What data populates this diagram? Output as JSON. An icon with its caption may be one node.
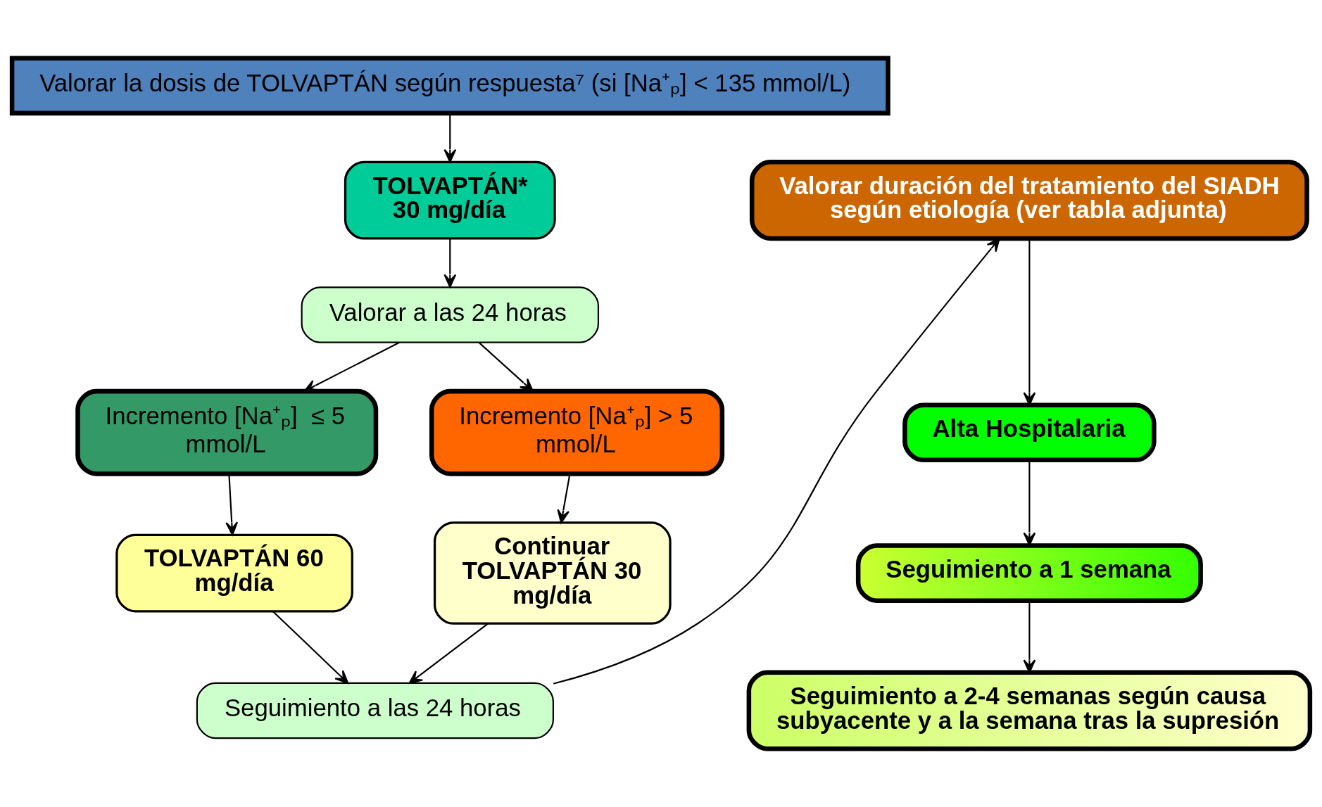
{
  "diagram": {
    "nodes": [
      {
        "text": [
          "Valorar la dosis de TOLVAPTÁN según respuesta⁷ (si [Na⁺ₚ] < 135 mmol/L)"
        ]
      },
      {
        "text": [
          "TOLVAPTÁN* 30 mg/día"
        ]
      },
      {
        "text": [
          "Valorar a las 24 horas"
        ]
      },
      {
        "text": [
          "Incremento [Na⁺ₚ]  ≤ 5 mmol/L"
        ]
      },
      {
        "text": [
          "Incremento [Na⁺ₚ] > 5 mmol/L"
        ]
      },
      {
        "text": [
          "TOLVAPTÁN 60 mg/día"
        ]
      },
      {
        "text": [
          "Continuar TOLVAPTÁN 30 mg/día"
        ]
      },
      {
        "text": [
          "Seguimiento a las 24 horas"
        ]
      },
      {
        "text": [
          "Valorar duración del tratamiento del SIADH según etiología (ver tabla adjunta)"
        ]
      },
      {
        "text": [
          "Alta Hospitalaria"
        ]
      },
      {
        "text": [
          "Seguimiento a 1 semana"
        ]
      },
      {
        "text": [
          "Seguimiento a 2-4 semanas según causa subyacente y a la semana tras la supresión"
        ]
      }
    ],
    "edges": [
      {
        "from": 0,
        "to": 1,
        "arrow": "to"
      },
      {
        "from": 1,
        "to": 2,
        "arrow": "to"
      },
      {
        "from": 2,
        "to": 3,
        "arrow": "to"
      },
      {
        "from": 2,
        "to": 4,
        "arrow": "to"
      },
      {
        "from": 3,
        "to": 5,
        "arrow": "to"
      },
      {
        "from": 4,
        "to": 6,
        "arrow": "to"
      },
      {
        "from": 5,
        "to": 7,
        "arrow": "to"
      },
      {
        "from": 6,
        "to": 7,
        "arrow": "to"
      },
      {
        "from": 7,
        "to": 8,
        "arrow": "to"
      },
      {
        "from": 8,
        "to": 9,
        "arrow": "to"
      },
      {
        "from": 9,
        "to": 10,
        "arrow": "to"
      },
      {
        "from": 10,
        "to": 11,
        "arrow": "to"
      }
    ]
  }
}
